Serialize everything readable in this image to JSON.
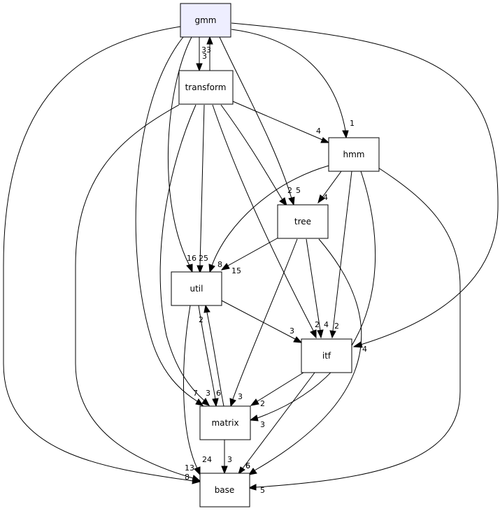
{
  "colors": {
    "highlight_fill": "#eeeeff",
    "node_fill": "#ffffff",
    "stroke": "#000000"
  },
  "nodes": {
    "gmm": "gmm",
    "transform": "transform",
    "hmm": "hmm",
    "tree": "tree",
    "util": "util",
    "itf": "itf",
    "matrix": "matrix",
    "base": "base"
  },
  "edges": [
    {
      "from": "gmm",
      "to": "transform",
      "label": "3"
    },
    {
      "from": "transform",
      "to": "gmm",
      "label": "33"
    },
    {
      "from": "gmm",
      "to": "hmm",
      "label": "1"
    },
    {
      "from": "gmm",
      "to": "tree",
      "label": "5"
    },
    {
      "from": "gmm",
      "to": "util",
      "label": "16"
    },
    {
      "from": "gmm",
      "to": "itf",
      "label": "4"
    },
    {
      "from": "gmm",
      "to": "matrix",
      "label": "7"
    },
    {
      "from": "gmm",
      "to": "base",
      "label": "13"
    },
    {
      "from": "transform",
      "to": "hmm",
      "label": "4"
    },
    {
      "from": "transform",
      "to": "tree",
      "label": "2"
    },
    {
      "from": "transform",
      "to": "util",
      "label": "25"
    },
    {
      "from": "transform",
      "to": "itf",
      "label": "2"
    },
    {
      "from": "transform",
      "to": "matrix",
      "label": "3"
    },
    {
      "from": "transform",
      "to": "base",
      "label": "8"
    },
    {
      "from": "hmm",
      "to": "tree",
      "label": "4"
    },
    {
      "from": "hmm",
      "to": "util",
      "label": "8"
    },
    {
      "from": "hmm",
      "to": "itf",
      "label": "2"
    },
    {
      "from": "hmm",
      "to": "matrix",
      "label": "3"
    },
    {
      "from": "hmm",
      "to": "base",
      "label": "5"
    },
    {
      "from": "tree",
      "to": "util",
      "label": "15"
    },
    {
      "from": "tree",
      "to": "itf",
      "label": "4"
    },
    {
      "from": "tree",
      "to": "matrix",
      "label": "3"
    },
    {
      "from": "tree",
      "to": "base",
      "label": "6"
    },
    {
      "from": "util",
      "to": "itf",
      "label": "3"
    },
    {
      "from": "util",
      "to": "matrix",
      "label": "6"
    },
    {
      "from": "matrix",
      "to": "util",
      "label": "2"
    },
    {
      "from": "util",
      "to": "base",
      "label": "24"
    },
    {
      "from": "itf",
      "to": "matrix",
      "label": "2"
    },
    {
      "from": "itf",
      "to": "base",
      "label": "6"
    },
    {
      "from": "matrix",
      "to": "base",
      "label": "3"
    }
  ]
}
